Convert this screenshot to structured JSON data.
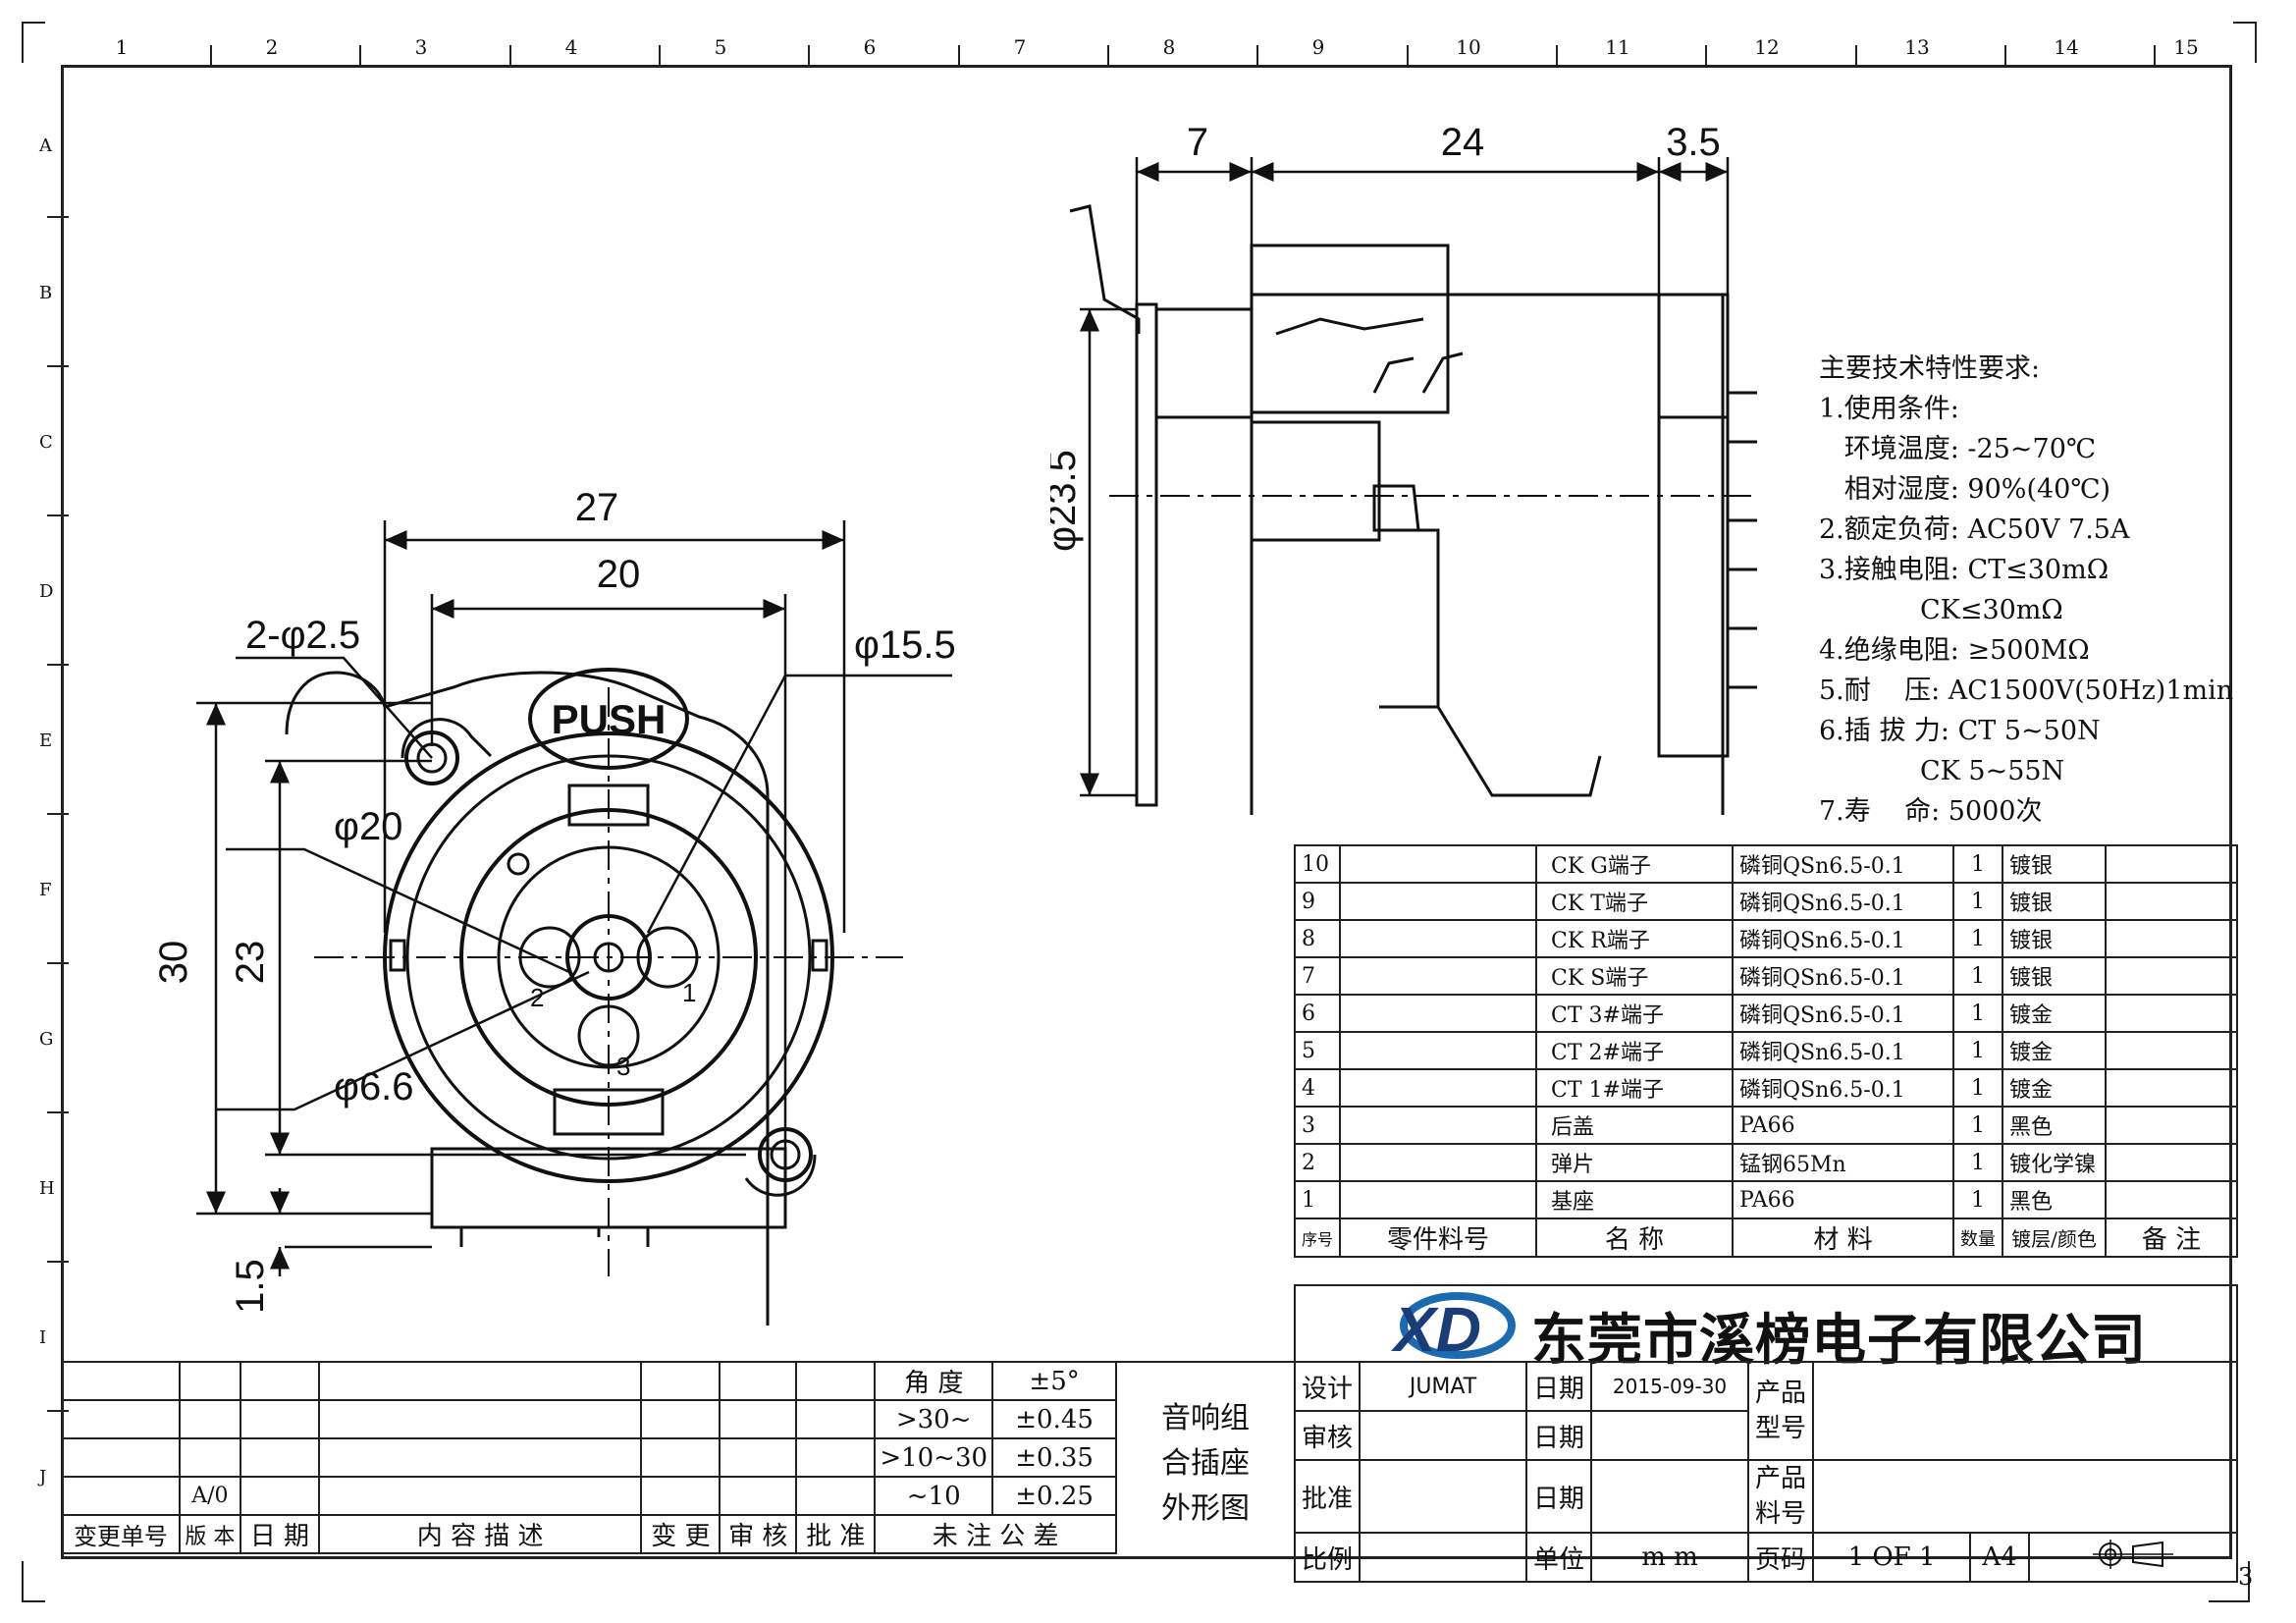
{
  "ruler": {
    "top": [
      "1",
      "2",
      "3",
      "4",
      "5",
      "6",
      "7",
      "8",
      "9",
      "10",
      "11",
      "12",
      "13",
      "14",
      "15"
    ],
    "left": [
      "A",
      "B",
      "C",
      "D",
      "E",
      "F",
      "G",
      "H",
      "I",
      "J"
    ],
    "corner": "3"
  },
  "front_view": {
    "dims": {
      "w27": "27",
      "w20": "20",
      "holes": "2-φ2.5",
      "d15_5": "φ15.5",
      "d20": "φ20",
      "d6_6": "φ6.6",
      "h30": "30",
      "h23": "23",
      "h1_5": "1.5"
    },
    "push_label": "PUSH",
    "pins": {
      "p1": "1",
      "p2": "2",
      "p3": "3"
    }
  },
  "side_view": {
    "dims": {
      "d7": "7",
      "d24": "24",
      "d3_5": "3.5",
      "dia": "φ23.5"
    }
  },
  "specs": {
    "title": "主要技术特性要求:",
    "lines": [
      "1.使用条件:",
      "   环境温度: -25~70℃",
      "   相对湿度: 90%(40℃)",
      "2.额定负荷: AC50V 7.5A",
      "3.接触电阻: CT≤30mΩ",
      "            CK≤30mΩ",
      "4.绝缘电阻: ≥500MΩ",
      "5.耐    压: AC1500V(50Hz)1min",
      "6.插 拔 力: CT 5~50N",
      "            CK 5~55N",
      "7.寿    命: 5000次"
    ]
  },
  "bom": {
    "rows": [
      {
        "no": "10",
        "code": "",
        "name": "CK G端子",
        "material": "磷铜QSn6.5-0.1",
        "qty": "1",
        "finish": "镀银",
        "note": ""
      },
      {
        "no": "9",
        "code": "",
        "name": "CK T端子",
        "material": "磷铜QSn6.5-0.1",
        "qty": "1",
        "finish": "镀银",
        "note": ""
      },
      {
        "no": "8",
        "code": "",
        "name": "CK R端子",
        "material": "磷铜QSn6.5-0.1",
        "qty": "1",
        "finish": "镀银",
        "note": ""
      },
      {
        "no": "7",
        "code": "",
        "name": "CK S端子",
        "material": "磷铜QSn6.5-0.1",
        "qty": "1",
        "finish": "镀银",
        "note": ""
      },
      {
        "no": "6",
        "code": "",
        "name": "CT 3#端子",
        "material": "磷铜QSn6.5-0.1",
        "qty": "1",
        "finish": "镀金",
        "note": ""
      },
      {
        "no": "5",
        "code": "",
        "name": "CT 2#端子",
        "material": "磷铜QSn6.5-0.1",
        "qty": "1",
        "finish": "镀金",
        "note": ""
      },
      {
        "no": "4",
        "code": "",
        "name": "CT 1#端子",
        "material": "磷铜QSn6.5-0.1",
        "qty": "1",
        "finish": "镀金",
        "note": ""
      },
      {
        "no": "3",
        "code": "",
        "name": "后盖",
        "material": "PA66",
        "qty": "1",
        "finish": "黑色",
        "note": ""
      },
      {
        "no": "2",
        "code": "",
        "name": "弹片",
        "material": "锰钢65Mn",
        "qty": "1",
        "finish": "镀化学镍",
        "note": ""
      },
      {
        "no": "1",
        "code": "",
        "name": "基座",
        "material": "PA66",
        "qty": "1",
        "finish": "黑色",
        "note": ""
      }
    ],
    "header": {
      "no": "序号",
      "code": "零件料号",
      "name": "名  称",
      "material": "材    料",
      "qty": "数量",
      "finish": "镀层/颜色",
      "note": "备  注"
    }
  },
  "company": {
    "name": "东莞市溪榜电子有限公司",
    "logo_letters": "XD"
  },
  "title_block": {
    "design_label": "设计",
    "designer": "JUMAT",
    "date_label": "日期",
    "date": "2015-09-30",
    "product_model_label": "产品型号",
    "product_model": "",
    "review_label": "审核",
    "review_date_label": "日期",
    "approve_label": "批准",
    "approve_date_label": "日期",
    "part_no_label": "产品料号",
    "part_no": "",
    "scale_label": "比例",
    "unit_label": "单位",
    "unit": "m m",
    "page_label": "页码",
    "page": "1 OF 1",
    "size": "A4"
  },
  "drawing_name": {
    "line1": "音响组",
    "line2": "合插座",
    "line3": "外形图"
  },
  "tolerance": {
    "angle_label": "角 度",
    "angle_val": "±5°",
    "r1_label": ">30~",
    "r1_val": "±0.45",
    "r2_label": ">10~30",
    "r2_val": "±0.35",
    "r3_label": "~10",
    "r3_val": "±0.25",
    "footer": "未 注 公 差"
  },
  "revision": {
    "version": "A/0",
    "headers": {
      "change_no": "变更单号",
      "version": "版 本",
      "date": "日 期",
      "desc": "内 容 描 述",
      "change": "变 更",
      "review": "审 核",
      "approve": "批 准"
    }
  }
}
